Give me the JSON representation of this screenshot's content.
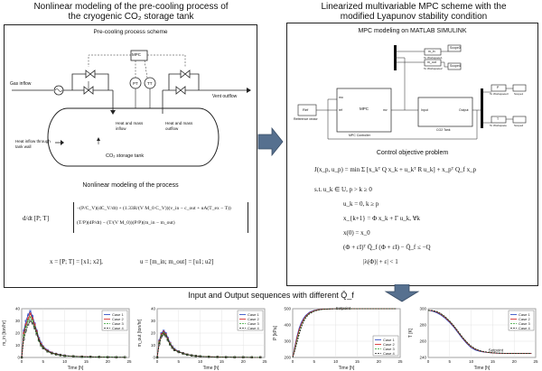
{
  "left_panel": {
    "title_line1": "Nonlinear modeling of the pre-cooling process of",
    "title_line2": "the cryogenic CO₂ storage tank",
    "scheme_title": "Pre-cooling process scheme",
    "labels": {
      "gas_inflow": "Gas inflow",
      "vent_outflow": "Vent outflow",
      "heat_inflow_wall": "Heat inflow through tank wall",
      "heat_mass_inflow": "Heat and mass inflow",
      "heat_mass_outflow": "Heat and mass outflow",
      "tank": "CO₂ storage tank",
      "mpc": "MPC",
      "pt": "PT",
      "tt": "TT"
    },
    "model_title": "Nonlinear modeling of the process",
    "eq_lhs": "d/dt [P; T]",
    "eq_row1": "−(P/C_V)(dC_V/dt) + (1.33R/(V M_0 C_V))(v_in − c_out + uA(T_ex − T))",
    "eq_row2": "(T/P)(dP/dt) − (T/(V M_0))(P/P)(m_in − m_out)",
    "x_def": "x = [P; T] = [x1; x2],",
    "u_def": "u = [m_in; m_out] = [u1; u2]"
  },
  "right_panel": {
    "title_line1": "Linearized multivariable MPC scheme with the",
    "title_line2": "modified Lyapunov stability condition",
    "simulink_title": "MPC modeling on MATLAB SIMULINK",
    "blocks": {
      "ref": "Ref",
      "ref_caption": "Reference vector",
      "mpc": "MPC",
      "mpc_caption": "MPC Controller",
      "tank": "Output",
      "tank_in": "Input",
      "tank_caption": "CO2 Tank",
      "scope1": "Scope1",
      "scope2": "Scope2",
      "scope3": "Scope3",
      "scope4": "Scope4",
      "ws1": "m_in",
      "ws2": "m_out",
      "ws3": "P",
      "ws4": "T",
      "ws_caption1": "To Workspace1",
      "ws_caption2": "To Workspace2",
      "ws_caption3": "To Workspace3",
      "ws_caption4": "To Workspace",
      "mo": "mo",
      "ref_port": "ref",
      "mv": "mv"
    },
    "control_title": "Control objective problem",
    "opt_lines": [
      "J(x_p, u_p) = min Σ [x_kᵀ Q x_k + u_kᵀ R u_k] + x_pᵀ Q_f x_p",
      "s.t.   u_k ∈ U,   p > k ≥ 0",
      "u_k = 0,   k ≥ p",
      "x_{k+1} = Φ x_k + Γ u_k,   ∀k",
      "x(0) = x_0",
      "(Φ + εI)ᵀ Q̄_f (Φ + εI) − Q̄_f ≤ −Q",
      "|λ(Φ)| + ε| < 1"
    ]
  },
  "bottom": {
    "title": "Input and Output sequences with different Q̄_f"
  },
  "chart_data": [
    {
      "type": "line",
      "ylabel": "m_in [ton/hr]",
      "xlabel": "Time [h]",
      "xlim": [
        0,
        25
      ],
      "ylim": [
        0,
        40
      ],
      "xticks": [
        0,
        5,
        10,
        15,
        20,
        25
      ],
      "yticks": [
        0,
        10,
        20,
        30,
        40
      ],
      "legend": [
        "Case 1",
        "Case 2",
        "Case 3",
        "Case 4"
      ],
      "legend_position": "top-right",
      "series": [
        {
          "name": "Case 1",
          "color": "#1f3fbf",
          "x": [
            0,
            0.5,
            1,
            1.5,
            2,
            2.5,
            3,
            3.5,
            4,
            4.5,
            5,
            6,
            7,
            8,
            9,
            10,
            12,
            14,
            16,
            18,
            20,
            22,
            24
          ],
          "y": [
            0,
            22,
            30,
            35,
            38,
            34,
            28,
            22,
            16,
            12,
            9,
            6,
            4,
            3,
            2.2,
            1.6,
            1,
            0.7,
            0.5,
            0.4,
            0.3,
            0.2,
            0.2
          ]
        },
        {
          "name": "Case 2",
          "color": "#d11a1a",
          "x": [
            0,
            0.5,
            1,
            1.5,
            2,
            2.5,
            3,
            3.5,
            4,
            4.5,
            5,
            6,
            7,
            8,
            9,
            10,
            12,
            14,
            16,
            18,
            20,
            22,
            24
          ],
          "y": [
            0,
            20,
            27,
            32,
            36,
            32,
            27,
            21,
            15,
            11,
            8.5,
            5.5,
            3.8,
            2.8,
            2,
            1.5,
            1,
            0.7,
            0.5,
            0.4,
            0.3,
            0.2,
            0.2
          ]
        },
        {
          "name": "Case 3",
          "color": "#2aa02a",
          "x": [
            0,
            0.5,
            1,
            1.5,
            2,
            2.5,
            3,
            3.5,
            4,
            4.5,
            5,
            6,
            7,
            8,
            9,
            10,
            12,
            14,
            16,
            18,
            20,
            22,
            24
          ],
          "y": [
            0,
            18,
            25,
            30,
            33,
            30,
            25,
            20,
            14,
            10,
            8,
            5,
            3.5,
            2.6,
            1.9,
            1.4,
            0.9,
            0.6,
            0.5,
            0.4,
            0.3,
            0.2,
            0.2
          ]
        },
        {
          "name": "Case 4",
          "color": "#222222",
          "x": [
            0,
            0.5,
            1,
            1.5,
            2,
            2.5,
            3,
            3.5,
            4,
            4.5,
            5,
            6,
            7,
            8,
            9,
            10,
            12,
            14,
            16,
            18,
            20,
            22,
            24
          ],
          "y": [
            0,
            15,
            22,
            27,
            30,
            28,
            24,
            19,
            14,
            10,
            7.5,
            5,
            3.4,
            2.5,
            1.8,
            1.3,
            0.9,
            0.6,
            0.5,
            0.4,
            0.3,
            0.2,
            0.2
          ]
        }
      ]
    },
    {
      "type": "line",
      "ylabel": "m_out [ton/hr]",
      "xlabel": "Time [h]",
      "xlim": [
        0,
        25
      ],
      "ylim": [
        0,
        40
      ],
      "xticks": [
        0,
        5,
        10,
        15,
        20,
        25
      ],
      "yticks": [
        0,
        10,
        20,
        30,
        40
      ],
      "legend": [
        "Case 1",
        "Case 2",
        "Case 3",
        "Case 4"
      ],
      "legend_position": "top-right",
      "series": [
        {
          "name": "Case 1",
          "color": "#1f3fbf",
          "x": [
            0,
            0.5,
            1,
            1.5,
            2,
            2.5,
            3,
            3.5,
            4,
            5,
            6,
            7,
            8,
            9,
            10,
            12,
            14,
            16,
            18,
            20,
            22,
            24
          ],
          "y": [
            0,
            14,
            20,
            22,
            20,
            16,
            12,
            9,
            7,
            5,
            3.5,
            2.5,
            1.8,
            1.3,
            1,
            0.6,
            0.4,
            0.3,
            0.2,
            0.2,
            0.1,
            0.1
          ]
        },
        {
          "name": "Case 2",
          "color": "#d11a1a",
          "x": [
            0,
            0.5,
            1,
            1.5,
            2,
            2.5,
            3,
            3.5,
            4,
            5,
            6,
            7,
            8,
            9,
            10,
            12,
            14,
            16,
            18,
            20,
            22,
            24
          ],
          "y": [
            0,
            13,
            19,
            21,
            19,
            15,
            11.5,
            8.5,
            6.5,
            4.8,
            3.4,
            2.4,
            1.7,
            1.2,
            0.9,
            0.6,
            0.4,
            0.3,
            0.2,
            0.2,
            0.1,
            0.1
          ]
        },
        {
          "name": "Case 3",
          "color": "#2aa02a",
          "x": [
            0,
            0.5,
            1,
            1.5,
            2,
            2.5,
            3,
            3.5,
            4,
            5,
            6,
            7,
            8,
            9,
            10,
            12,
            14,
            16,
            18,
            20,
            22,
            24
          ],
          "y": [
            0,
            12,
            18,
            20,
            18,
            14.5,
            11,
            8.2,
            6.2,
            4.6,
            3.3,
            2.3,
            1.6,
            1.2,
            0.9,
            0.6,
            0.4,
            0.3,
            0.2,
            0.2,
            0.1,
            0.1
          ]
        },
        {
          "name": "Case 4",
          "color": "#222222",
          "x": [
            0,
            0.5,
            1,
            1.5,
            2,
            2.5,
            3,
            3.5,
            4,
            5,
            6,
            7,
            8,
            9,
            10,
            12,
            14,
            16,
            18,
            20,
            22,
            24
          ],
          "y": [
            0,
            11,
            17,
            19,
            17.5,
            14,
            10.5,
            8,
            6,
            4.4,
            3.2,
            2.2,
            1.6,
            1.1,
            0.8,
            0.5,
            0.4,
            0.3,
            0.2,
            0.2,
            0.1,
            0.1
          ]
        }
      ]
    },
    {
      "type": "line",
      "ylabel": "P [kPa]",
      "xlabel": "Time [h]",
      "xlim": [
        0,
        25
      ],
      "ylim": [
        200,
        500
      ],
      "xticks": [
        0,
        5,
        10,
        15,
        20,
        25
      ],
      "yticks": [
        200,
        300,
        400,
        500
      ],
      "legend": [
        "Case 1",
        "Case 2",
        "Case 3",
        "Case 4"
      ],
      "legend_position": "bottom-right",
      "annotation": "Setpoint",
      "setpoint": 500,
      "series": [
        {
          "name": "Case 1",
          "color": "#1f3fbf",
          "x": [
            0,
            0.5,
            1,
            1.5,
            2,
            2.5,
            3,
            3.5,
            4,
            5,
            6,
            7,
            8,
            9,
            10,
            11,
            12,
            14,
            16,
            18,
            20,
            22,
            24
          ],
          "y": [
            200,
            270,
            330,
            380,
            415,
            440,
            458,
            470,
            480,
            490,
            495,
            497,
            498,
            499,
            499.5,
            500,
            500,
            500,
            500,
            500,
            500,
            500,
            500
          ]
        },
        {
          "name": "Case 2",
          "color": "#d11a1a",
          "x": [
            0,
            0.5,
            1,
            1.5,
            2,
            2.5,
            3,
            3.5,
            4,
            5,
            6,
            7,
            8,
            9,
            10,
            11,
            12,
            14,
            16,
            18,
            20,
            22,
            24
          ],
          "y": [
            200,
            260,
            320,
            370,
            405,
            432,
            452,
            466,
            476,
            488,
            494,
            497,
            498,
            499,
            499.5,
            500,
            500,
            500,
            500,
            500,
            500,
            500,
            500
          ]
        },
        {
          "name": "Case 3",
          "color": "#2aa02a",
          "x": [
            0,
            0.5,
            1,
            1.5,
            2,
            2.5,
            3,
            3.5,
            4,
            5,
            6,
            7,
            8,
            9,
            10,
            11,
            12,
            14,
            16,
            18,
            20,
            22,
            24
          ],
          "y": [
            200,
            250,
            305,
            355,
            395,
            425,
            447,
            462,
            473,
            486,
            493,
            496,
            498,
            499,
            499.5,
            500,
            500,
            500,
            500,
            500,
            500,
            500,
            500
          ]
        },
        {
          "name": "Case 4",
          "color": "#222222",
          "x": [
            0,
            0.5,
            1,
            1.5,
            2,
            2.5,
            3,
            3.5,
            4,
            5,
            6,
            7,
            8,
            9,
            10,
            11,
            12,
            14,
            16,
            18,
            20,
            22,
            24
          ],
          "y": [
            200,
            240,
            290,
            340,
            385,
            418,
            442,
            458,
            470,
            484,
            492,
            496,
            498,
            499,
            499.5,
            500,
            500,
            500,
            500,
            500,
            500,
            500,
            500
          ]
        }
      ]
    },
    {
      "type": "line",
      "ylabel": "T [K]",
      "xlabel": "Time [h]",
      "xlim": [
        0,
        25
      ],
      "ylim": [
        240,
        300
      ],
      "xticks": [
        0,
        5,
        10,
        15,
        20,
        25
      ],
      "yticks": [
        240,
        260,
        280,
        300
      ],
      "legend": [
        "Case 1",
        "Case 2",
        "Case 3",
        "Case 4"
      ],
      "legend_position": "top-right",
      "annotation": "Setpoint",
      "setpoint": 245,
      "series": [
        {
          "name": "Case 1",
          "color": "#1f3fbf",
          "x": [
            0,
            1,
            2,
            3,
            4,
            5,
            6,
            7,
            8,
            9,
            10,
            11,
            12,
            13,
            14,
            15,
            16,
            18,
            20,
            22,
            24
          ],
          "y": [
            298,
            297,
            295,
            292,
            288,
            283,
            277,
            270,
            263,
            257,
            252,
            249,
            247.5,
            246.5,
            246,
            245.5,
            245.3,
            245.1,
            245,
            245,
            245
          ]
        },
        {
          "name": "Case 2",
          "color": "#d11a1a",
          "x": [
            0,
            1,
            2,
            3,
            4,
            5,
            6,
            7,
            8,
            9,
            10,
            11,
            12,
            13,
            14,
            15,
            16,
            18,
            20,
            22,
            24
          ],
          "y": [
            298,
            297.5,
            296,
            293,
            289,
            284,
            278,
            271,
            264,
            258,
            253,
            250,
            248,
            246.8,
            246.1,
            245.6,
            245.3,
            245.1,
            245,
            245,
            245
          ]
        },
        {
          "name": "Case 3",
          "color": "#2aa02a",
          "x": [
            0,
            1,
            2,
            3,
            4,
            5,
            6,
            7,
            8,
            9,
            10,
            11,
            12,
            13,
            14,
            15,
            16,
            18,
            20,
            22,
            24
          ],
          "y": [
            298,
            297.6,
            296.3,
            293.5,
            289.5,
            284.5,
            278.5,
            271.5,
            264.5,
            258.5,
            253.5,
            250.3,
            248.2,
            247,
            246.2,
            245.7,
            245.4,
            245.1,
            245,
            245,
            245
          ]
        },
        {
          "name": "Case 4",
          "color": "#222222",
          "x": [
            0,
            1,
            2,
            3,
            4,
            5,
            6,
            7,
            8,
            9,
            10,
            11,
            12,
            13,
            14,
            15,
            16,
            18,
            20,
            22,
            24
          ],
          "y": [
            298,
            297.8,
            296.6,
            294,
            290,
            285,
            279,
            272,
            265,
            259,
            254,
            250.6,
            248.4,
            247.2,
            246.4,
            245.8,
            245.4,
            245.1,
            245,
            245,
            245
          ]
        }
      ]
    }
  ]
}
